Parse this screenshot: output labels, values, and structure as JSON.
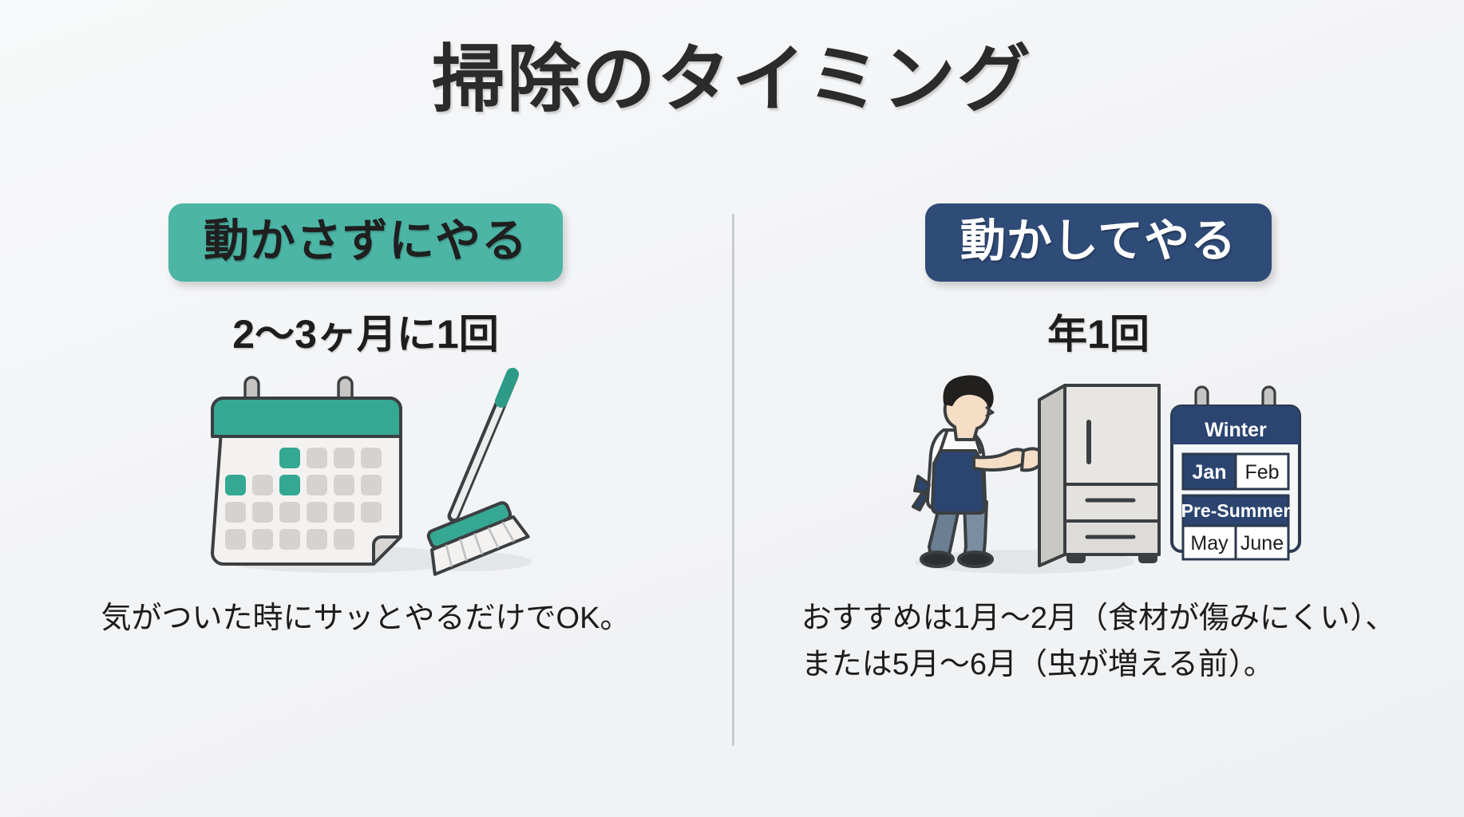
{
  "page": {
    "title": "掃除のタイミング",
    "background_color": "#f4f5f7"
  },
  "colors": {
    "teal": "#4cb5a5",
    "navy": "#2f4b77",
    "text_dark": "#1d1d1d",
    "divider": "#c9cccf",
    "calendar_gray": "#d5d3cf"
  },
  "columns": [
    {
      "id": "no-move",
      "badge_label": "動かさずにやる",
      "badge_style": "teal",
      "frequency": "2〜3ヶ月に1回",
      "illustration": "calendar-and-broom",
      "caption_lines": [
        "気がついた時にサッとやるだけでOK。"
      ]
    },
    {
      "id": "move",
      "badge_label": "動かしてやる",
      "badge_style": "navy",
      "frequency": "年1回",
      "illustration": "person-pushing-refrigerator-and-season-calendar",
      "caption_lines": [
        "おすすめは1月〜2月（食材が傷みにくい）、",
        "または5月〜6月（虫が増える前）。"
      ]
    }
  ],
  "season_calendar": {
    "header": "Winter",
    "row1": [
      "Jan",
      "Feb"
    ],
    "row1_highlight": "Jan",
    "row2_header": "Pre-Summer",
    "row2": [
      "May",
      "June"
    ]
  }
}
